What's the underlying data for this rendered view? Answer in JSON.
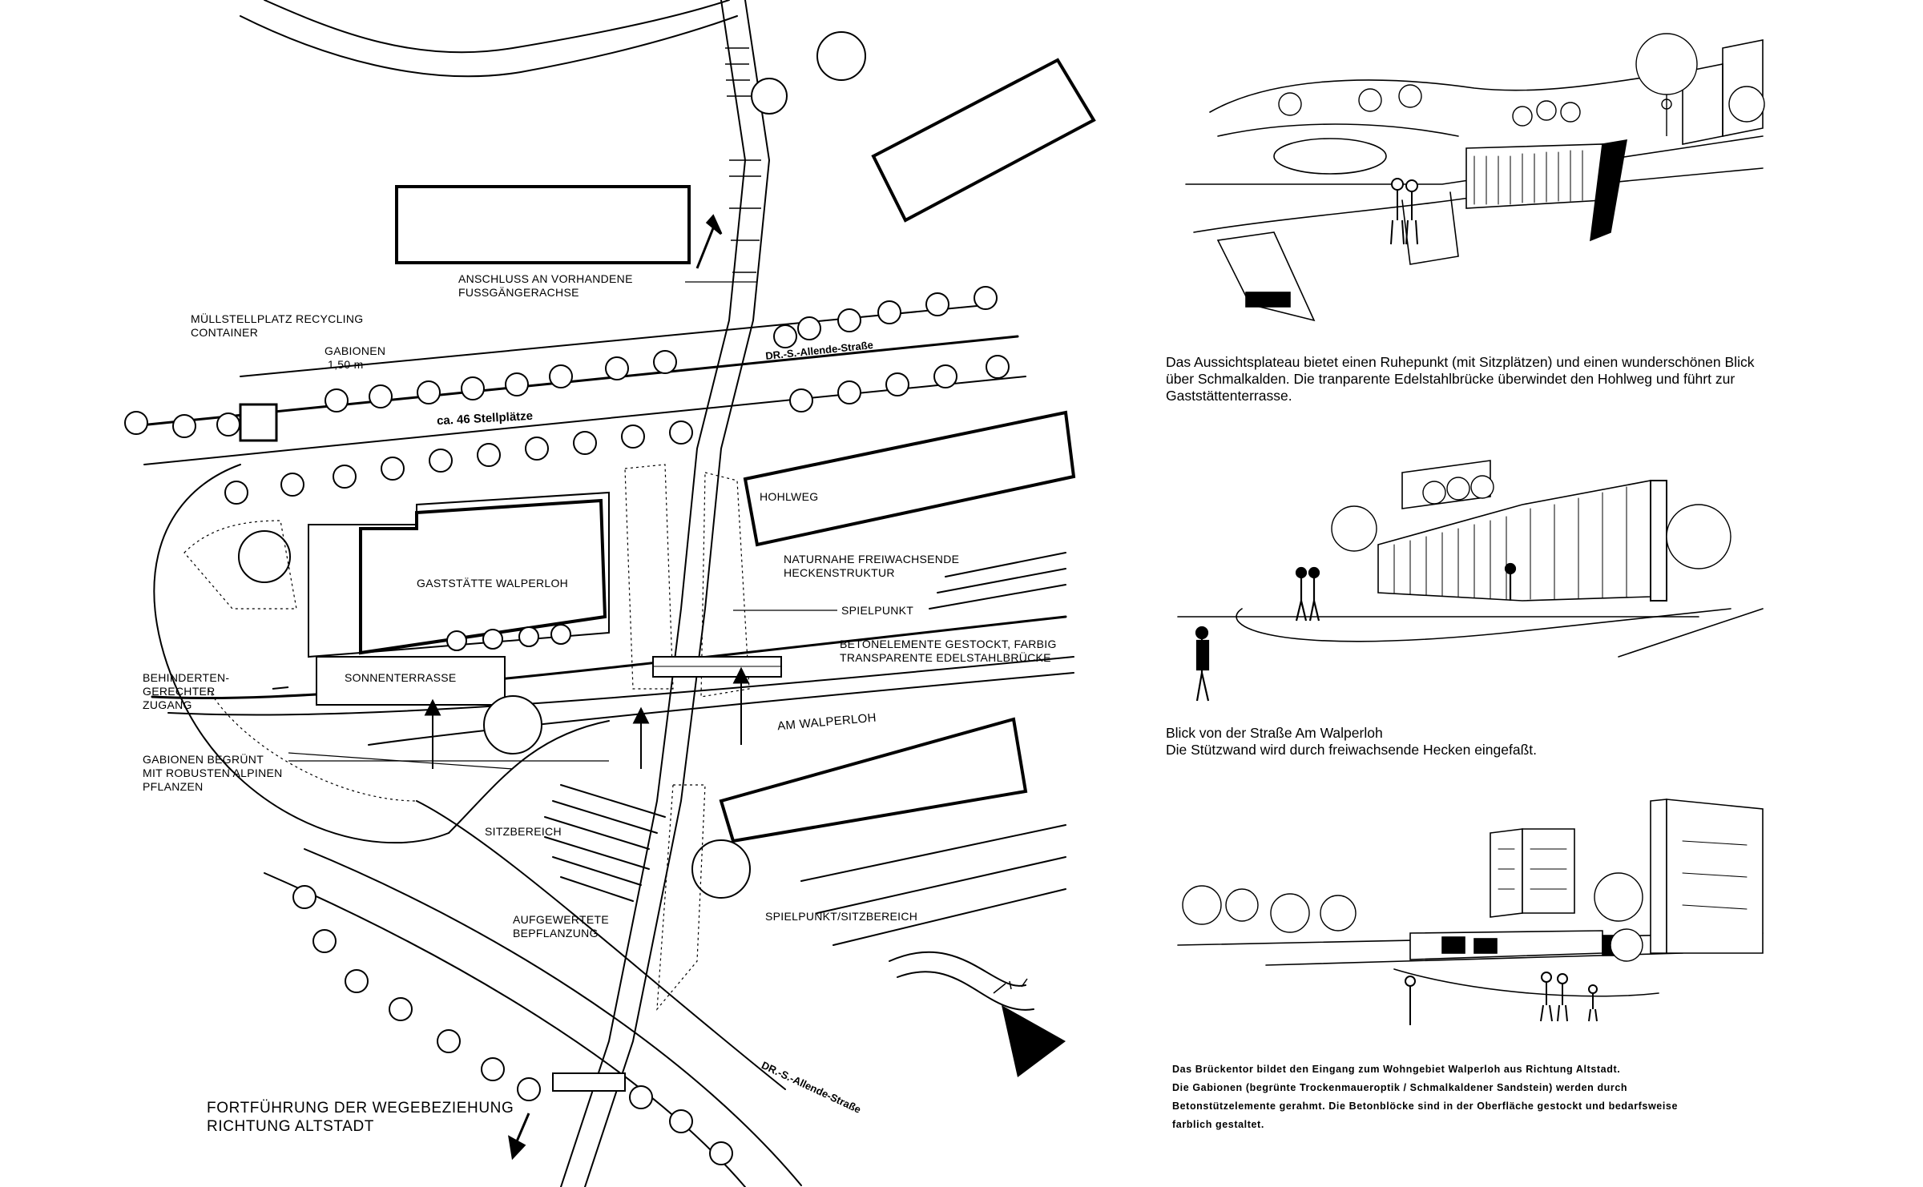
{
  "plan": {
    "labels": {
      "anschluss": [
        "ANSCHLUSS AN VORHANDENE",
        "FUSSGÄNGERACHSE"
      ],
      "muell": [
        "MÜLLSTELLPLATZ RECYCLING",
        "CONTAINER"
      ],
      "gabionen": [
        "GABIONEN",
        "1,50 m"
      ],
      "stellplaetze": "ca. 46 Stellplätze",
      "allende_top": "DR.-S.-Allende-Straße",
      "hohlweg": "HOHLWEG",
      "naturnahe": [
        "NATURNAHE FREIWACHSENDE",
        "HECKENSTRUKTUR"
      ],
      "gaststaette": "GASTSTÄTTE WALPERLOH",
      "spielpunkt": "SPIELPUNKT",
      "betonelemente": [
        "BETONELEMENTE GESTOCKT, FARBIG",
        "TRANSPARENTE EDELSTAHLBRÜCKE"
      ],
      "behinderten": [
        "BEHINDERTEN-",
        "GERECHTER",
        "ZUGANG"
      ],
      "sonnenterrasse": "SONNENTERRASSE",
      "am_walperloh": "AM WALPERLOH",
      "gabionen_begruent": [
        "GABIONEN BEGRÜNT",
        "MIT ROBUSTEN ALPINEN",
        "PFLANZEN"
      ],
      "sitzbereich": "SITZBEREICH",
      "aufgewertete": [
        "AUFGEWERTETE",
        "BEPFLANZUNG"
      ],
      "spielpunkt_sitz": "SPIELPUNKT/SITZBEREICH",
      "allende_bottom": "DR.-S.-Allende-Straße",
      "fortfuehrung": [
        "FORTFÜHRUNG DER WEGEBEZIEHUNG",
        "RICHTUNG ALTSTADT"
      ]
    }
  },
  "sketches": [
    {
      "caption": [
        "Das Aussichtsplateau bietet einen Ruhepunkt (mit Sitzplätzen) und einen wunderschönen Blick",
        "über Schmalkalden. Die tranparente Edelstahlbrücke überwindet den Hohlweg und führt zur",
        "Gaststättenterrasse."
      ]
    },
    {
      "caption": [
        "Blick von der Straße Am Walperloh",
        "Die Stützwand wird durch freiwachsende Hecken eingefaßt."
      ]
    },
    {
      "caption": [
        "Das Brückentor bildet den Eingang zum Wohngebiet Walperloh aus Richtung Altstadt.",
        "Die Gabionen (begrünte Trockenmaueroptik / Schmalkaldener Sandstein) werden durch",
        "Betonstützelemente gerahmt. Die Betonblöcke sind in der Oberfläche gestockt und bedarfsweise",
        "farblich gestaltet."
      ]
    }
  ],
  "icons": {
    "north": "north-arrow-icon"
  }
}
